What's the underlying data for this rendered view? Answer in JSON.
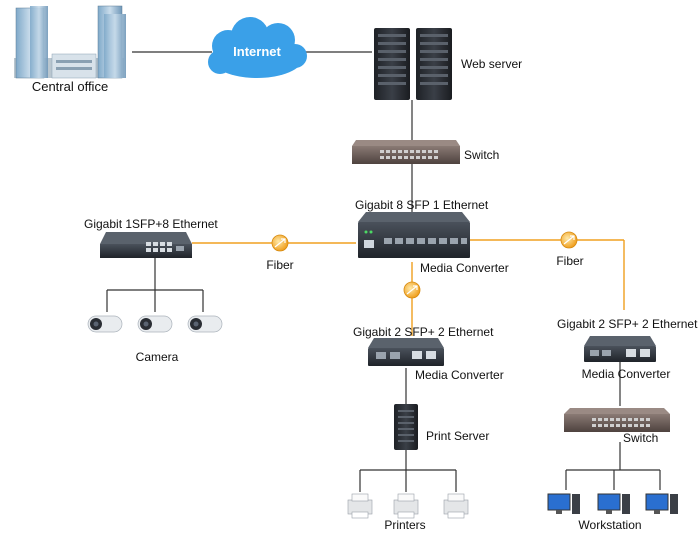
{
  "labels": {
    "central_office": "Central office",
    "internet": "Internet",
    "web_server": "Web server",
    "switch_top": "Switch",
    "main_converter_title": "Gigabit 8 SFP 1 Ethernet",
    "main_converter_name": "Media Converter",
    "left_switch_title": "Gigabit 1SFP+8 Ethernet",
    "fiber_left": "Fiber",
    "fiber_right": "Fiber",
    "camera": "Camera",
    "mid_converter_title": "Gigabit 2 SFP+ 2 Ethernet",
    "mid_converter_name": "Media Converter",
    "print_server": "Print Server",
    "printers": "Printers",
    "right_converter_title": "Gigabit 2 SFP+ 2 Ethernet",
    "right_converter_name": "Media Converter",
    "switch_right": "Switch",
    "workstation": "Workstation"
  },
  "colors": {
    "copper_line": "#333333",
    "fiber_line": "#f0a020",
    "cloud": "#3aa0e8",
    "device_dark": "#2b2f36",
    "switch_body": "#6b5a55"
  }
}
